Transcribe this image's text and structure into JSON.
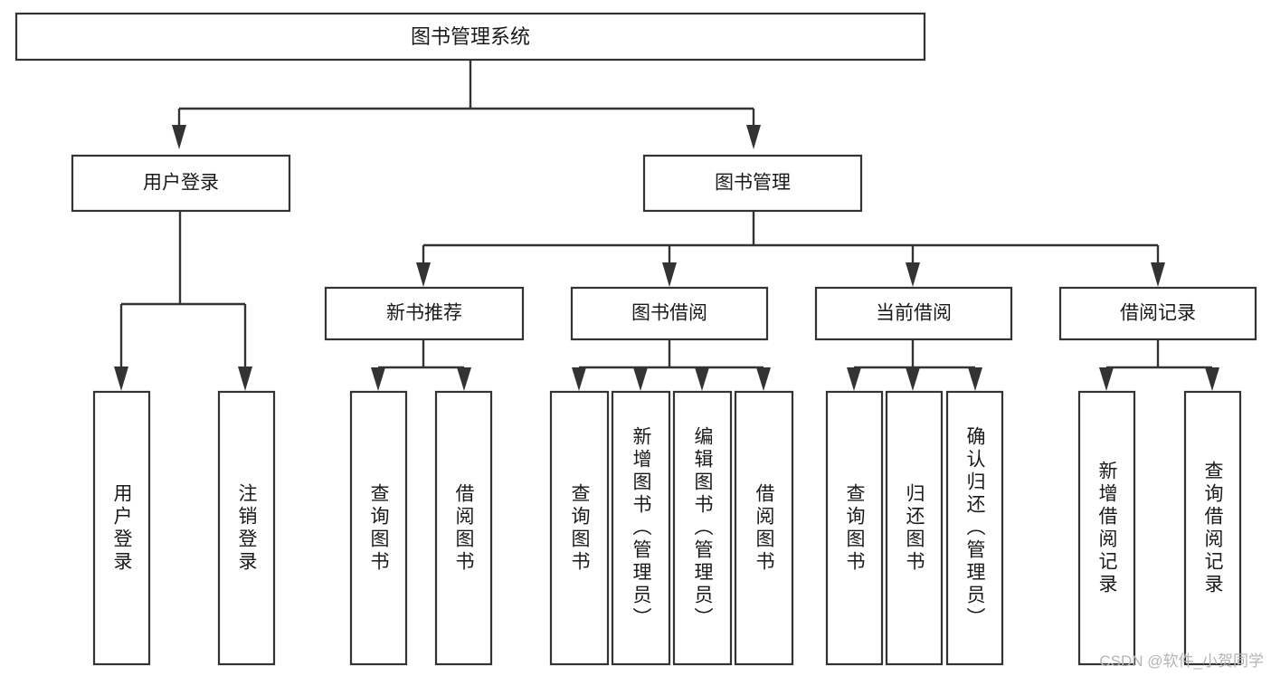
{
  "diagram": {
    "title": "图书管理系统",
    "type": "tree",
    "watermark": "CSDN @软件_小贺同学",
    "colors": {
      "background": "#ffffff",
      "box_border": "#333333",
      "box_fill": "#ffffff",
      "connector": "#333333",
      "label_text": "#1a1a1a",
      "watermark_text": "#b4b4b4"
    },
    "levels": {
      "root": {
        "label": "图书管理系统"
      },
      "level2": [
        {
          "label": "用户登录"
        },
        {
          "label": "图书管理"
        }
      ],
      "level3": [
        {
          "label": "新书推荐"
        },
        {
          "label": "图书借阅"
        },
        {
          "label": "当前借阅"
        },
        {
          "label": "借阅记录"
        }
      ],
      "leaves": {
        "user_login": [
          {
            "label": "用户登录"
          },
          {
            "label": "注销登录"
          }
        ],
        "new_book_recommend": [
          {
            "label": "查询图书"
          },
          {
            "label": "借阅图书"
          }
        ],
        "book_borrow": [
          {
            "label": "查询图书"
          },
          {
            "label": "新增图书（管理员）"
          },
          {
            "label": "编辑图书（管理员）"
          },
          {
            "label": "借阅图书"
          }
        ],
        "current_borrow": [
          {
            "label": "查询图书"
          },
          {
            "label": "归还图书"
          },
          {
            "label": "确认归还（管理员）"
          }
        ],
        "borrow_record": [
          {
            "label": "新增借阅记录"
          },
          {
            "label": "查询借阅记录"
          }
        ]
      }
    }
  }
}
